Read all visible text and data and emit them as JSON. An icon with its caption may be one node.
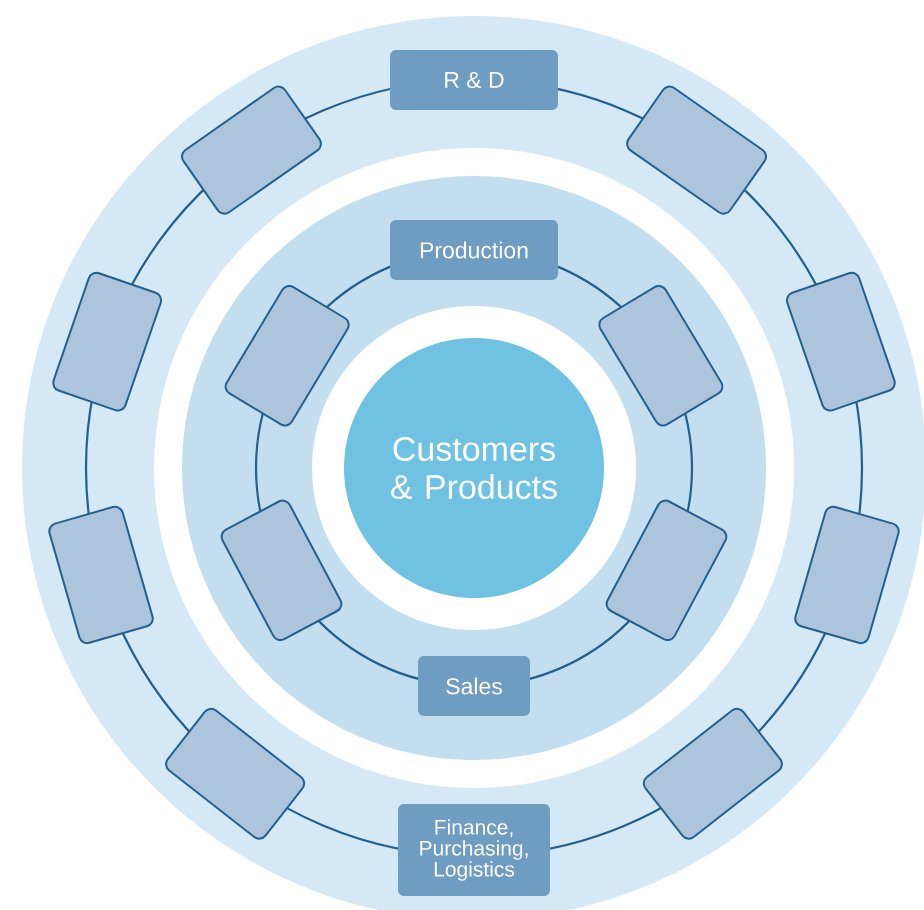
{
  "diagram": {
    "nodes": [
      {
        "text": [
          "R & D"
        ]
      },
      {
        "text": [],
        "shape": "box"
      },
      {
        "text": [],
        "shape": "box"
      },
      {
        "text": [
          "Production"
        ]
      },
      {
        "text": [],
        "shape": "box"
      },
      {
        "text": [],
        "shape": "box"
      },
      {
        "text": [],
        "shape": "box"
      },
      {
        "text": [],
        "shape": "box"
      },
      {
        "text": [
          "Customers & Products"
        ]
      },
      {
        "text": [],
        "shape": "box"
      },
      {
        "text": [],
        "shape": "box"
      },
      {
        "text": [],
        "shape": "box"
      },
      {
        "text": [],
        "shape": "box"
      },
      {
        "text": [
          "Sales"
        ]
      },
      {
        "text": [],
        "shape": "box"
      },
      {
        "text": [],
        "shape": "box"
      },
      {
        "text": [
          "Finance, Purchasing, Logistics"
        ]
      }
    ]
  }
}
